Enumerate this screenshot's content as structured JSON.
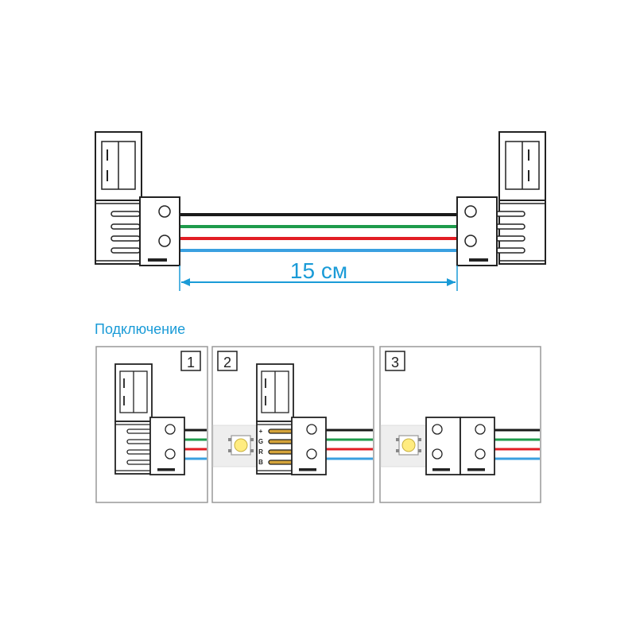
{
  "dimension": {
    "label": "15 см"
  },
  "section": {
    "title": "Подключение"
  },
  "steps": [
    {
      "number": "1"
    },
    {
      "number": "2"
    },
    {
      "number": "3"
    }
  ],
  "pin_labels": [
    "+",
    "G",
    "R",
    "B"
  ],
  "colors": {
    "accent": "#1a9bd7",
    "wire_black": "#1a1a1a",
    "wire_green": "#1e9b4b",
    "wire_red": "#e21d24",
    "wire_blue": "#3aa0e0",
    "outline": "#222222",
    "panel_border": "#999999",
    "strip": "#eeeeee",
    "led": "#ffec80",
    "gold": "#d4a33a"
  }
}
